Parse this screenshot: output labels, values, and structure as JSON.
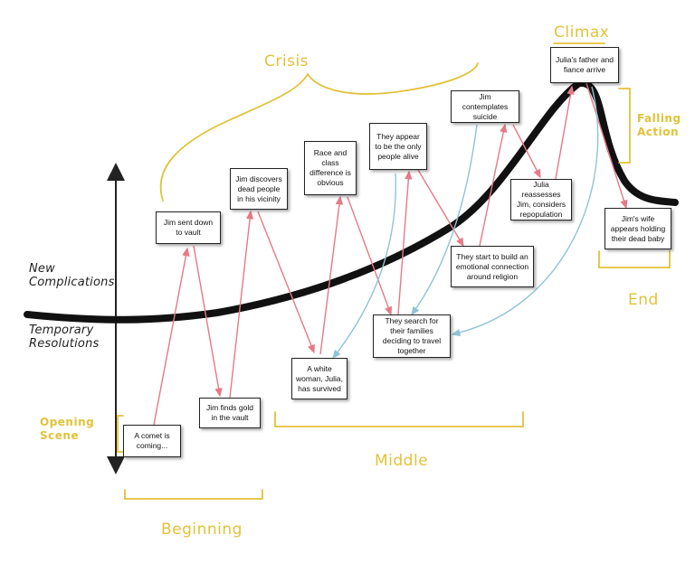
{
  "sections": {
    "crisis": "Crisis",
    "climax": "Climax",
    "falling_action": [
      "Falling",
      "Action"
    ],
    "opening_scene": [
      "Opening",
      "Scene"
    ],
    "beginning": "Beginning",
    "middle": "Middle",
    "end": "End"
  },
  "axis": {
    "up": [
      "New",
      "Complications"
    ],
    "down": [
      "Temporary",
      "Resolutions"
    ]
  },
  "events": {
    "comet": "A comet is coming...",
    "sent_down": "Jim sent down to vault",
    "gold": "Jim finds gold in the vault",
    "dead_people": "Jim discovers dead people in his vicinity",
    "julia_survived": "A white woman, Julia, has survived",
    "race_class": "Race and class difference is obvious",
    "families": "They search for their families deciding to travel together",
    "only_people": "They appear to be the only people alive",
    "connection": "They start to build an emotional connection around religion",
    "suicide": "Jim contemplates suicide",
    "repopulation": "Julia reassesses Jim, considers repopulation",
    "father_fiance": "Julia's father and fiance arrive",
    "wife": "Jim's wife appears holding their dead baby"
  },
  "colors": {
    "curve": "#111111",
    "red_arrow": "#e57a86",
    "blue_arrow": "#8fc3d3",
    "yellow": "#e2c23a"
  }
}
